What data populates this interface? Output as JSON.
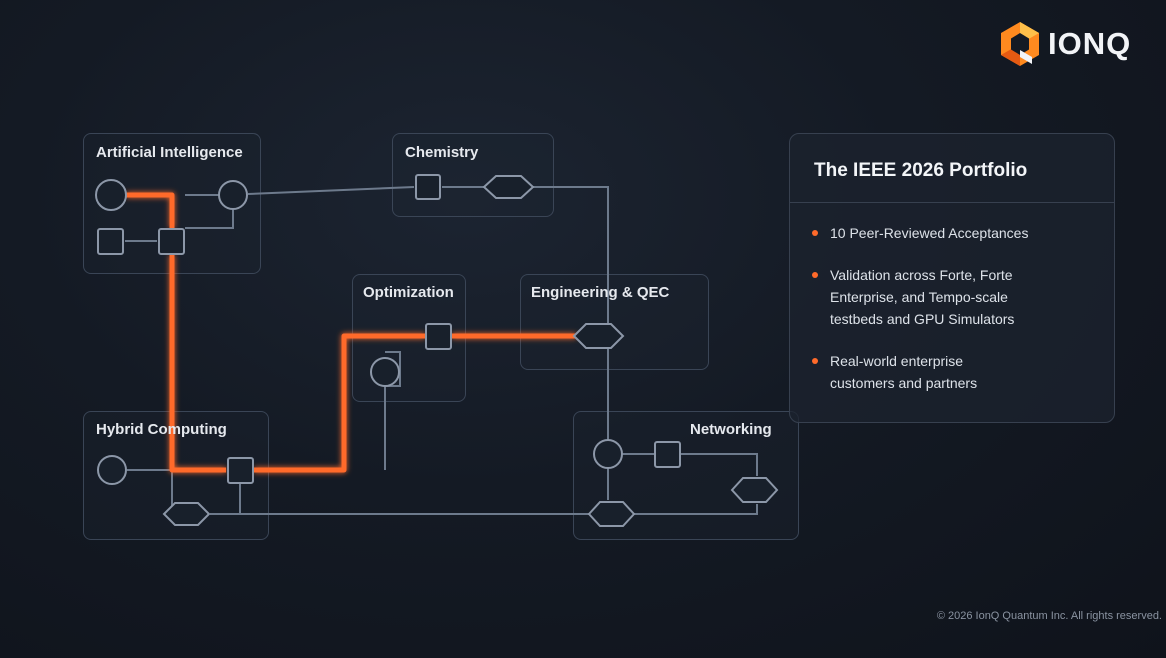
{
  "brand": {
    "logo_text": "IONQ",
    "logo_icon": "ionq-hexagon-logo-icon"
  },
  "modules": {
    "ai": "Artificial Intelligence",
    "chemistry": "Chemistry",
    "optimization": "Optimization",
    "engineering": "Engineering & QEC",
    "hybrid": "Hybrid Computing",
    "networking": "Networking"
  },
  "panel": {
    "title": "The IEEE 2026 Portfolio",
    "items": [
      "10 Peer-Reviewed Acceptances",
      "Validation across Forte, Forte Enterprise, and Tempo-scale testbeds and GPU Simulators",
      "Real-world enterprise customers and partners"
    ]
  },
  "footer": {
    "copyright": "© 2026 IonQ Quantum Inc. All rights reserved."
  },
  "colors": {
    "background": "#141a24",
    "wire": "#6d7a8c",
    "highlight_path": "#ff6a2a",
    "bullet": "#ff6a2a",
    "box_border": "#3a4556"
  }
}
